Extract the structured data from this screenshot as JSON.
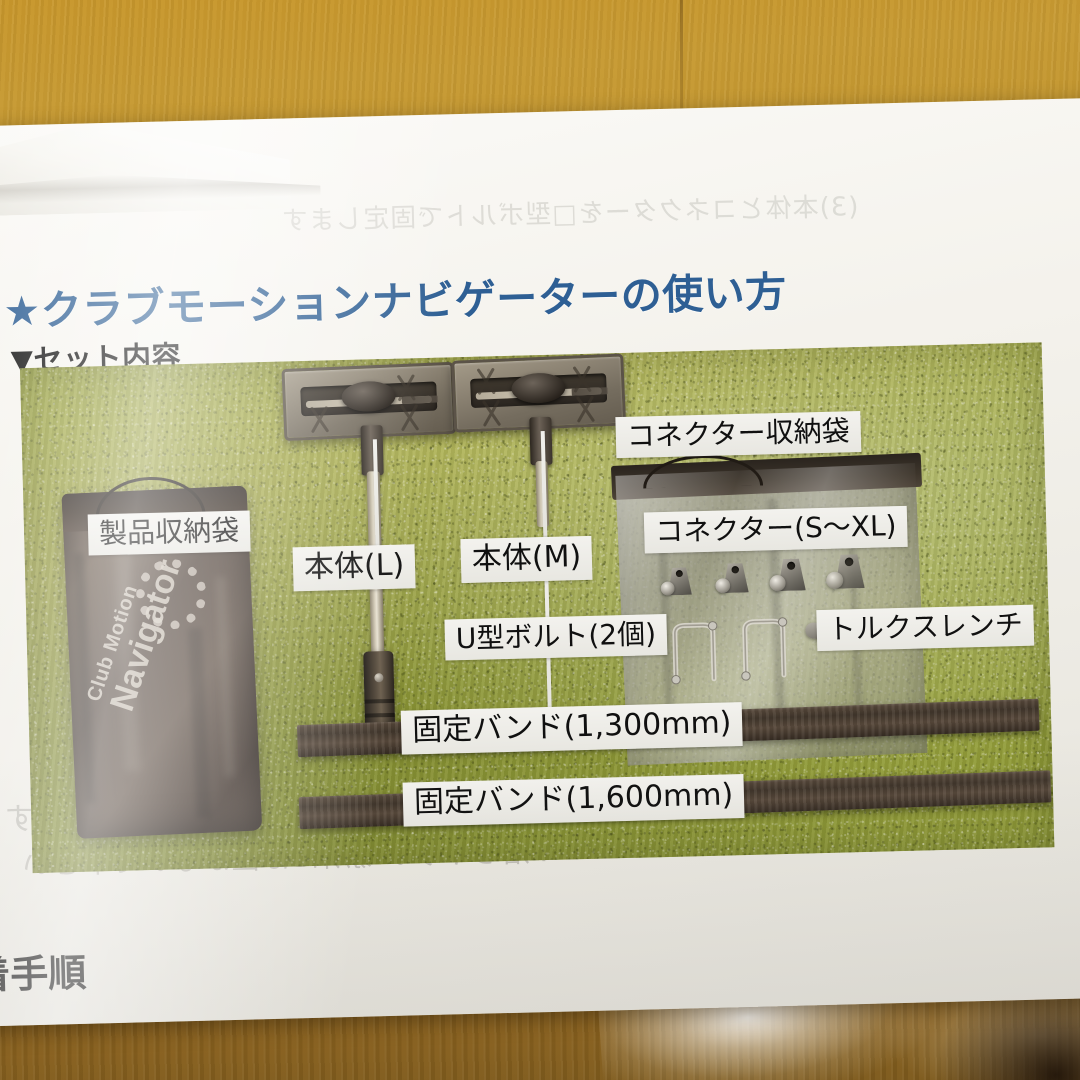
{
  "document": {
    "title": "★クラブモーションナビゲーターの使い方",
    "subtitle": "▼セット内容",
    "bottom_heading": "着手順",
    "ghost_text_line1": "(3)本体とコネクターを□型ボルトで固定します",
    "ghost_text_line2": "※落ちやすい場所には置かないで下さい"
  },
  "photo": {
    "labels": {
      "product_bag": "製品収納袋",
      "body_l": "本体(L)",
      "body_m": "本体(M)",
      "connector_bag": "コネクター収納袋",
      "connectors": "コネクター(S〜XL)",
      "u_bolts": "U型ボルト(2個)",
      "torque_wrench": "トルクスレンチ",
      "band_1300": "固定バンド(1,300mm)",
      "band_1600": "固定バンド(1,600mm)"
    },
    "bag_logo": {
      "brand_line1": "Club Motion",
      "brand_line2": "Navigator"
    }
  },
  "colors": {
    "title_blue": "#2e5f94",
    "turf_green": "#9ba53c",
    "wood_top": "#c79a33",
    "wood_bottom": "#8d6420",
    "paper_white": "#f4f2ec",
    "bag_brown": "#4a3c33",
    "band_brown": "#42372c",
    "label_bg": "#eeedE8"
  }
}
